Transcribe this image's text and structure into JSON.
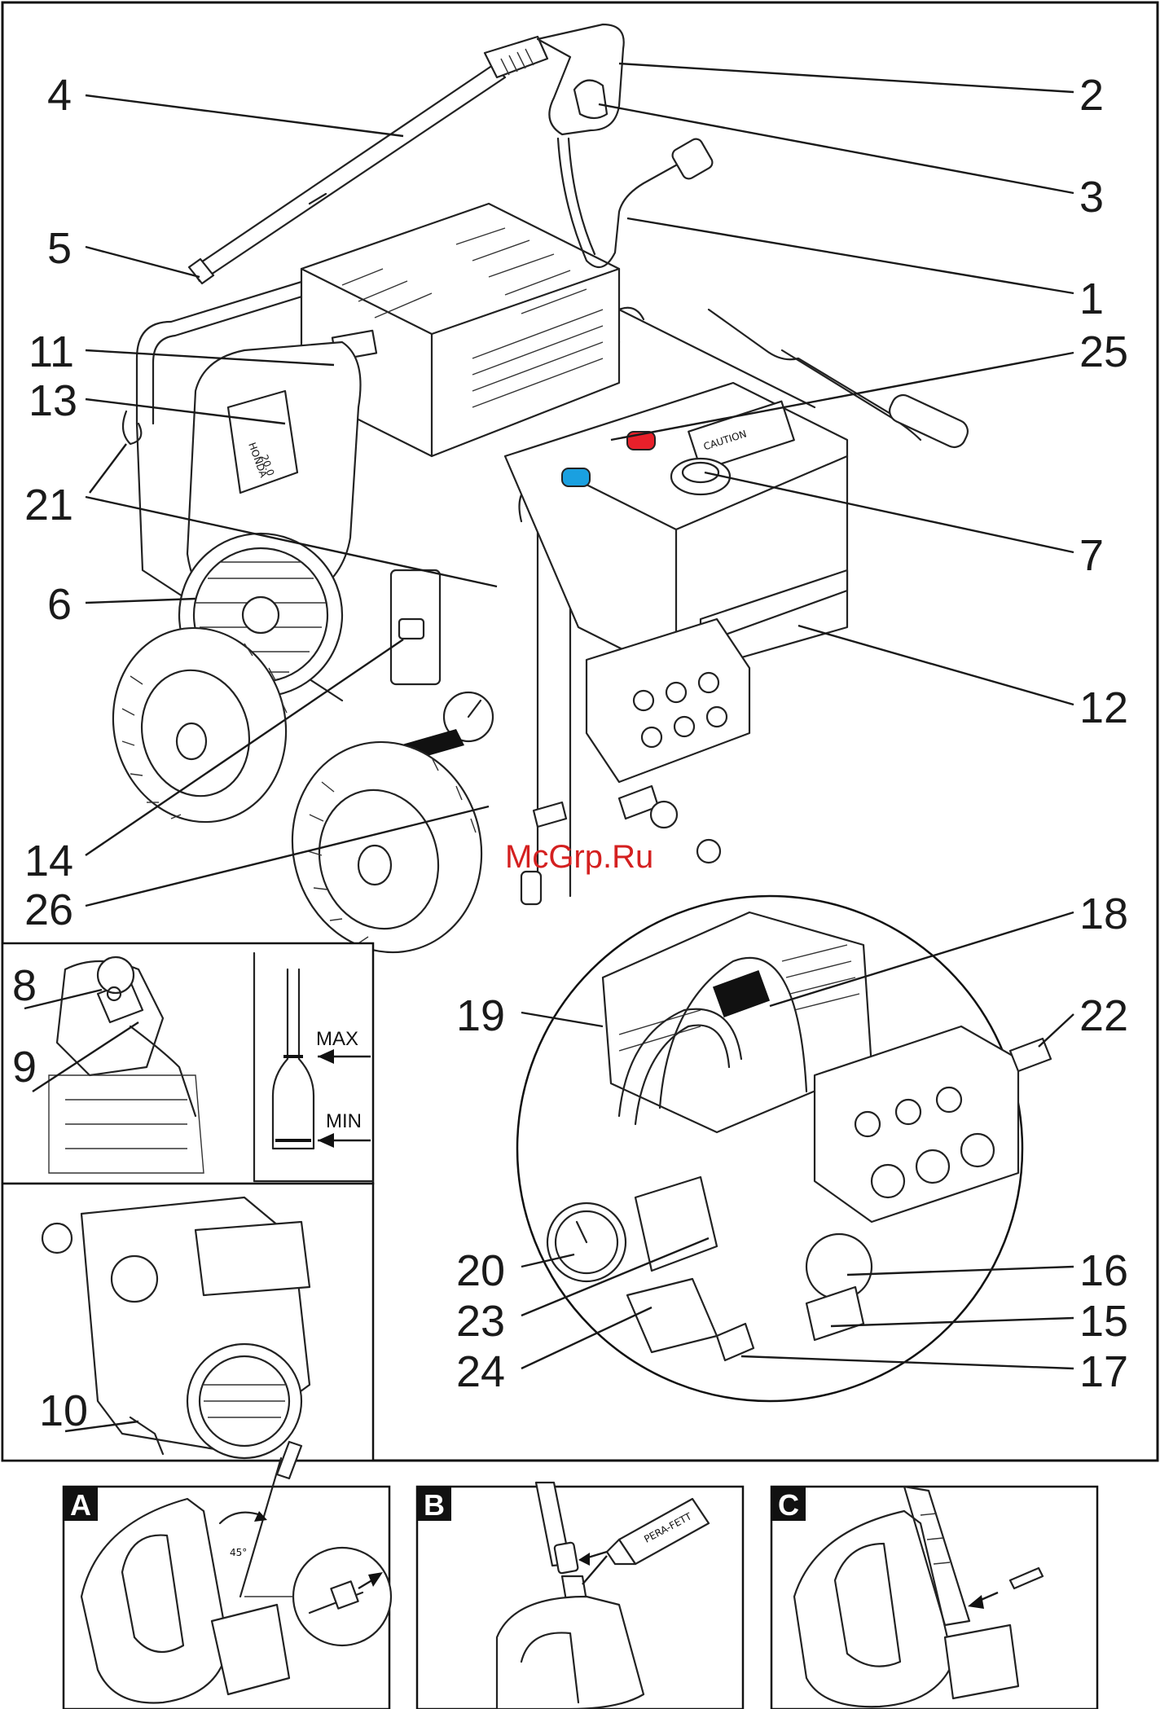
{
  "callouts": [
    "1",
    "2",
    "3",
    "4",
    "5",
    "6",
    "7",
    "8",
    "9",
    "10",
    "11",
    "12",
    "13",
    "14",
    "15",
    "16",
    "17",
    "18",
    "19",
    "20",
    "21",
    "22",
    "23",
    "24",
    "25",
    "26"
  ],
  "watermark": "McGrp.Ru",
  "dipstick": {
    "max_label": "MAX",
    "min_label": "MIN"
  },
  "engine_badge": {
    "brand": "HONDA",
    "model": "20.0"
  },
  "tank_label": "CAUTION",
  "panels": [
    {
      "tag": "A",
      "angle_label": "45°"
    },
    {
      "tag": "B",
      "tube_label": "PERA-FETT"
    },
    {
      "tag": "C"
    }
  ],
  "colors": {
    "red_knob": "#e8202a",
    "blue_knob": "#1aa0e0",
    "watermark": "#d42020"
  }
}
